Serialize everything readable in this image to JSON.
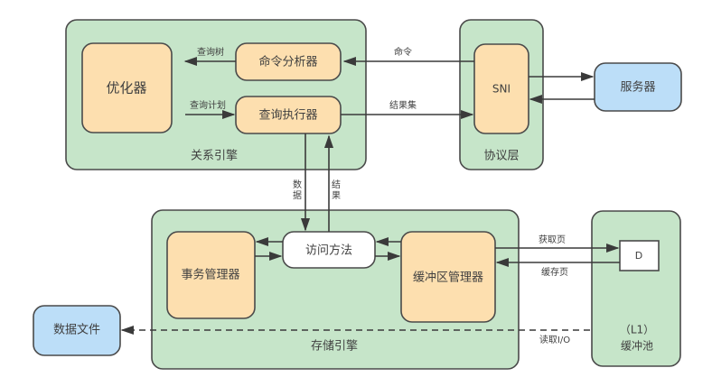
{
  "colors": {
    "container_green": "#c6e5c9",
    "component_orange": "#fddfaf",
    "external_blue": "#bcdef8",
    "stroke": "#4a4a4a"
  },
  "relational_engine": {
    "title": "关系引擎",
    "optimizer": "优化器",
    "command_parser": "命令分析器",
    "query_executor": "查询执行器"
  },
  "protocol_layer": {
    "title": "协议层",
    "sni": "SNI"
  },
  "server": "服务器",
  "storage_engine": {
    "title": "存储引擎",
    "transaction_manager": "事务管理器",
    "access_methods": "访问方法",
    "buffer_manager": "缓冲区管理器"
  },
  "buffer_pool": {
    "title_line1": "（L1）",
    "title_line2": "缓冲池",
    "page": "D"
  },
  "data_files": "数据文件",
  "edge_labels": {
    "query_tree": "查询树",
    "query_plan": "查询计划",
    "command": "命令",
    "result_set": "结果集",
    "data_1": "数",
    "data_2": "据",
    "result_1": "结",
    "result_2": "果",
    "get_page": "获取页",
    "cache_page": "缓存页",
    "read_io": "读取I/O"
  }
}
